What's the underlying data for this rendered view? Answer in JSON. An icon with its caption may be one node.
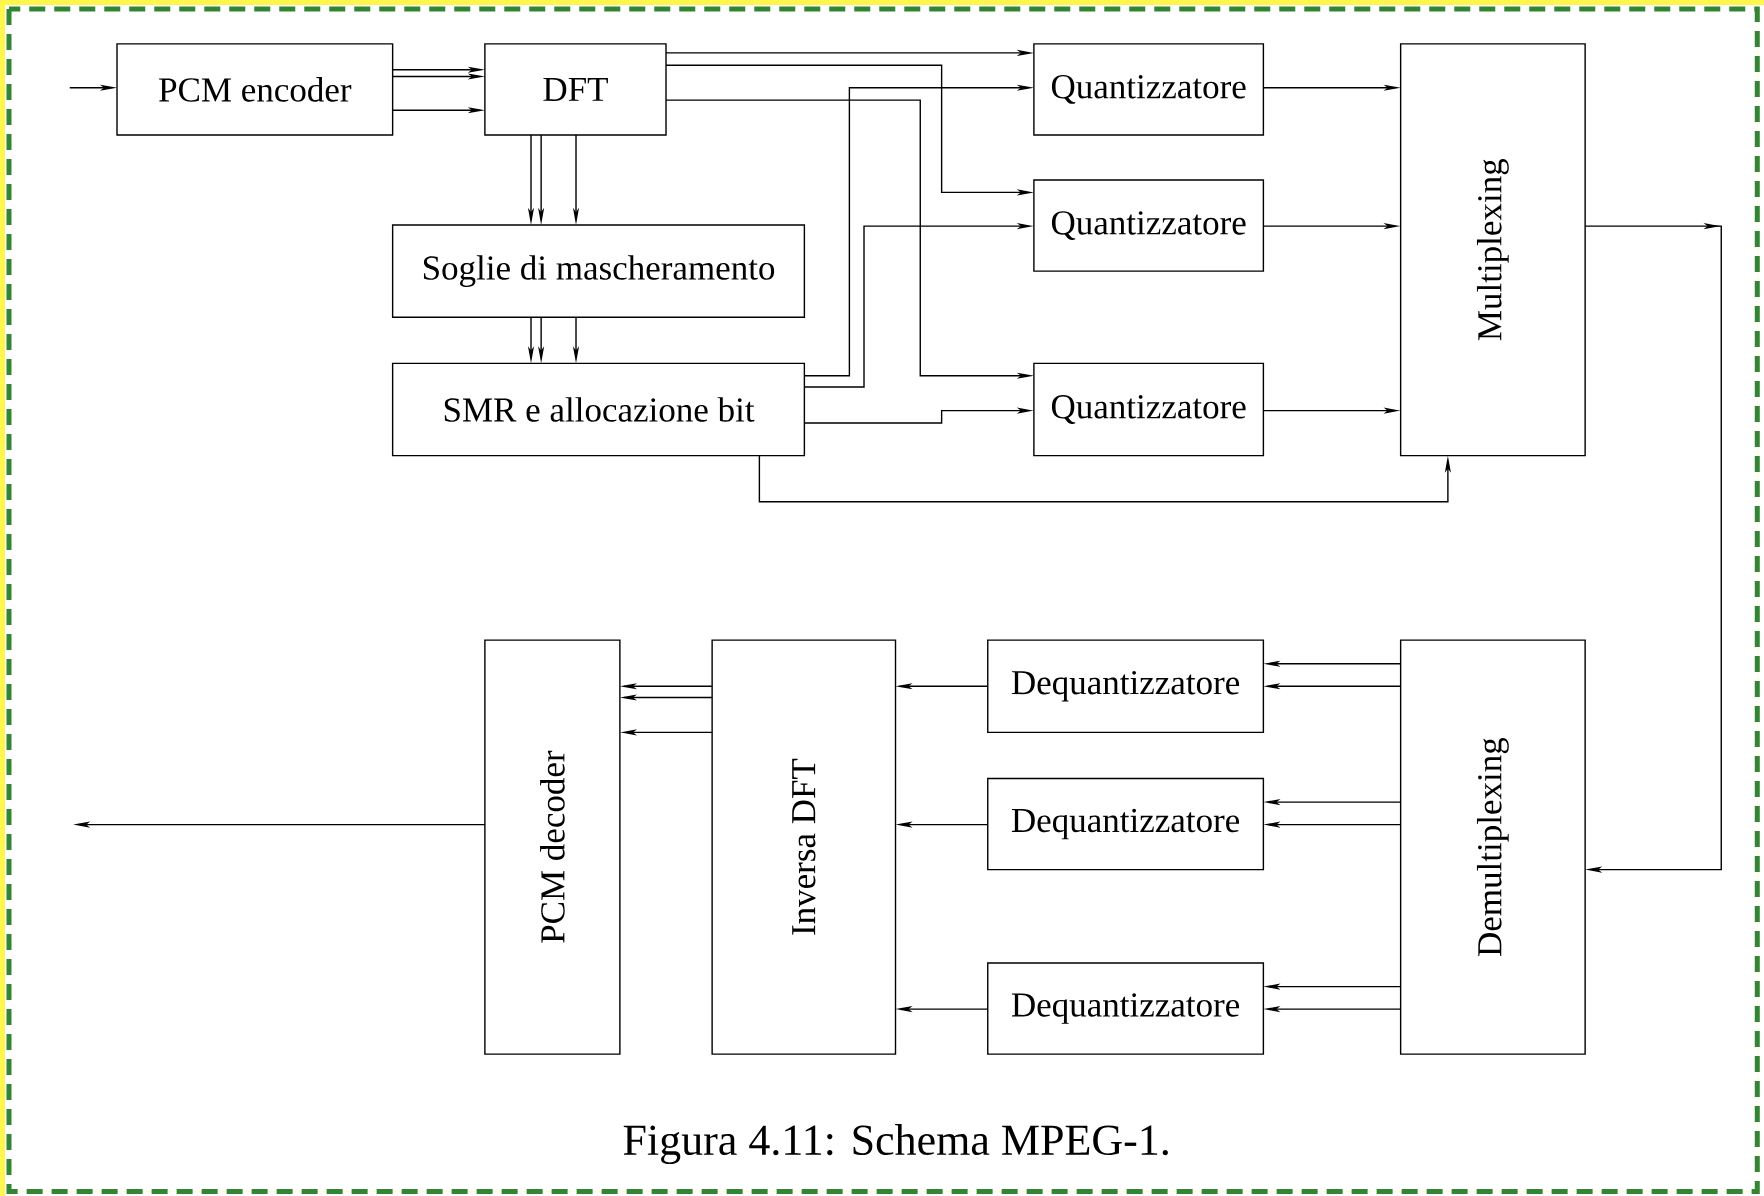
{
  "diagram": {
    "caption": "Figura 4.11: Schema MPEG-1.",
    "nodes": [
      {
        "text": [
          "PCM encoder"
        ]
      },
      {
        "text": [
          "DFT"
        ]
      },
      {
        "text": [
          "Soglie di mascheramento"
        ]
      },
      {
        "text": [
          "SMR e allocazione bit"
        ]
      },
      {
        "text": [
          "Quantizzatore"
        ]
      },
      {
        "text": [
          "Quantizzatore"
        ]
      },
      {
        "text": [
          "Quantizzatore"
        ]
      },
      {
        "text": [
          "Multiplexing"
        ]
      },
      {
        "text": [
          "PCM decoder"
        ]
      },
      {
        "text": [
          "Inversa DFT"
        ]
      },
      {
        "text": [
          "Dequantizzatore"
        ]
      },
      {
        "text": [
          "Dequantizzatore"
        ]
      },
      {
        "text": [
          "Dequantizzatore"
        ]
      },
      {
        "text": [
          "Demultiplexing"
        ]
      }
    ],
    "edges": [
      {
        "from": null,
        "to": 0,
        "arrow": "to"
      },
      {
        "from": 0,
        "to": 1,
        "arrow": "to"
      },
      {
        "from": 0,
        "to": 1,
        "arrow": "to"
      },
      {
        "from": 0,
        "to": 1,
        "arrow": "to"
      },
      {
        "from": 1,
        "to": 2,
        "arrow": "to"
      },
      {
        "from": 1,
        "to": 2,
        "arrow": "to"
      },
      {
        "from": 1,
        "to": 2,
        "arrow": "to"
      },
      {
        "from": 2,
        "to": 3,
        "arrow": "to"
      },
      {
        "from": 2,
        "to": 3,
        "arrow": "to"
      },
      {
        "from": 2,
        "to": 3,
        "arrow": "to"
      },
      {
        "from": 1,
        "to": 4,
        "arrow": "to"
      },
      {
        "from": 1,
        "to": 5,
        "arrow": "to"
      },
      {
        "from": 1,
        "to": 6,
        "arrow": "to"
      },
      {
        "from": 3,
        "to": 4,
        "arrow": "to"
      },
      {
        "from": 3,
        "to": 5,
        "arrow": "to"
      },
      {
        "from": 3,
        "to": 6,
        "arrow": "to"
      },
      {
        "from": 3,
        "to": 7,
        "arrow": "to"
      },
      {
        "from": 4,
        "to": 7,
        "arrow": "to"
      },
      {
        "from": 5,
        "to": 7,
        "arrow": "to"
      },
      {
        "from": 6,
        "to": 7,
        "arrow": "to"
      },
      {
        "from": 7,
        "to": 13,
        "arrow": "to"
      },
      {
        "from": 13,
        "to": 10,
        "arrow": "to"
      },
      {
        "from": 13,
        "to": 10,
        "arrow": "to"
      },
      {
        "from": 13,
        "to": 11,
        "arrow": "to"
      },
      {
        "from": 13,
        "to": 11,
        "arrow": "to"
      },
      {
        "from": 13,
        "to": 12,
        "arrow": "to"
      },
      {
        "from": 13,
        "to": 12,
        "arrow": "to"
      },
      {
        "from": 10,
        "to": 9,
        "arrow": "to"
      },
      {
        "from": 11,
        "to": 9,
        "arrow": "to"
      },
      {
        "from": 12,
        "to": 9,
        "arrow": "to"
      },
      {
        "from": 9,
        "to": 8,
        "arrow": "to"
      },
      {
        "from": 9,
        "to": 8,
        "arrow": "to"
      },
      {
        "from": 9,
        "to": 8,
        "arrow": "to"
      },
      {
        "from": 8,
        "to": null,
        "arrow": "to"
      }
    ]
  }
}
